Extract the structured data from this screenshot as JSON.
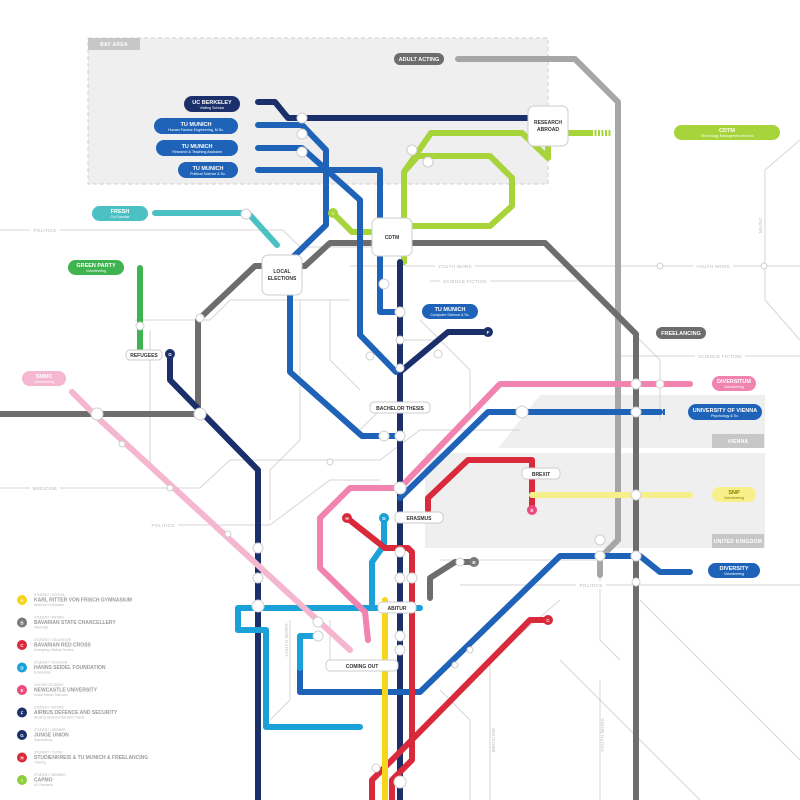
{
  "regions": {
    "bay_area": "BAY AREA",
    "vienna": "VIENNA",
    "united_kingdom": "UNITED KINGDOM"
  },
  "tracks": {
    "politics_1": "POLITICS",
    "politics_2": "POLITICS",
    "politics_3": "POLITICS",
    "youth_work_1": "YOUTH WORK",
    "youth_work_2": "YOUTH WORK",
    "youth_work_3": "YOUTH WORK",
    "science_fiction_1": "SCIENCE FICTION",
    "science_fiction_2": "SCIENCE FICTION",
    "medicine_1": "MEDICINE",
    "medicine_2": "MEDICINE",
    "music": "MUSIC"
  },
  "pills": {
    "uc_berkeley": {
      "title": "UC BERKELEY",
      "subtitle": "Visiting Scholar"
    },
    "tum_1": {
      "title": "TU MUNICH",
      "subtitle": "Human Factors Engineering, M.Sc."
    },
    "tum_2": {
      "title": "TU MUNICH",
      "subtitle": "Research & Teaching Assistant"
    },
    "tum_3": {
      "title": "TU MUNICH",
      "subtitle": "Political Science & Sc."
    },
    "tum_cs": {
      "title": "TU MUNICH",
      "subtitle": "Computer Science & Sc."
    },
    "fresh": {
      "title": "FRESH",
      "subtitle": "Co-Founder"
    },
    "green_party": {
      "title": "GREEN PARTY",
      "subtitle": "Volunteering"
    },
    "smmc": {
      "title": "SMMC",
      "subtitle": "Volunteering"
    },
    "cdtm_right": {
      "title": "CDTM",
      "subtitle": "Technology Management Honors"
    },
    "diversitum": {
      "title": "DIVERSITUM",
      "subtitle": "Volunteering"
    },
    "univ_vienna": {
      "title": "UNIVERSITY OF VIENNA",
      "subtitle": "Psychology & Sc."
    },
    "snp": {
      "title": "SNP",
      "subtitle": "Volunteering"
    },
    "diversity": {
      "title": "DIVERSITY",
      "subtitle": "Volunteering"
    }
  },
  "tags": {
    "adult_acting": "ADULT ACTING",
    "freelancing": "FREELANCING",
    "refugees": "REFUGEES",
    "brexit": "BREXIT",
    "erasmus": "ERASMUS",
    "abitur": "ABITUR",
    "coming_out": "COMING OUT",
    "bachelor_thesis": "BACHELOR THESIS"
  },
  "boxes": {
    "research_abroad": [
      "RESEARCH",
      "ABROAD"
    ],
    "cdtm": [
      "CDTM"
    ],
    "local_elections": [
      "LOCAL",
      "ELECTIONS"
    ]
  },
  "legend": [
    {
      "letter": "1",
      "color": "#f7d51d",
      "small": "STUDENT / SCHOOL",
      "title": "KARL RITTER VON FRISCH GYMNASIUM",
      "desc": "Bachelor's Education"
    },
    {
      "letter": "2",
      "color": "#7a7a7a",
      "small": "STUDENT / INTERN",
      "title": "BAVARIAN STATE CHANCELLERY",
      "desc": "Internship"
    },
    {
      "letter": "3",
      "color": "#d82a3a",
      "small": "STUDENT / VOLUNTEER",
      "title": "BAVARIAN RED CROSS",
      "desc": "Emergency Medical Service"
    },
    {
      "letter": "4",
      "color": "#19a1d8",
      "small": "STUDENT / SCHOLAR",
      "title": "HANNS SEIDEL FOUNDATION",
      "desc": "Scholarship"
    },
    {
      "letter": "5",
      "color": "#e94c7d",
      "small": "VISITING STUDENT",
      "title": "NEWCASTLE UNIVERSITY",
      "desc": "Social Human Sciences"
    },
    {
      "letter": "6",
      "color": "#1b2f6b",
      "small": "STUDENT / INTERN",
      "title": "AIRBUS DEFENCE AND SECURITY",
      "desc": "Working Student & Bachelor Thesis"
    },
    {
      "letter": "7",
      "color": "#1b2f6b",
      "small": "STUDENT / MEMBER",
      "title": "JUNGE UNION",
      "desc": "Volunteering"
    },
    {
      "letter": "8",
      "color": "#d82a3a",
      "small": "STUDENT / TUTOR",
      "title": "STUDIENKREIS & TU MUNICH & FREELANCING",
      "desc": "Tutoring"
    },
    {
      "letter": "9",
      "color": "#8ccf3b",
      "small": "STUDENT / MEMBER",
      "title": "CAPMO",
      "desc": "UX Research"
    }
  ],
  "colors": {
    "navy": "#1b2f6b",
    "blue": "#1f63b8",
    "light_blue": "#19a1d8",
    "teal": "#4cc1c4",
    "green": "#3fb34f",
    "lime": "#a7d43b",
    "yellow": "#f7d51d",
    "red": "#d82a3a",
    "pink": "#f083b0",
    "light_pink": "#f5b6cf",
    "gray": "#6d6d6d",
    "light_gray": "#a6a6a6"
  }
}
